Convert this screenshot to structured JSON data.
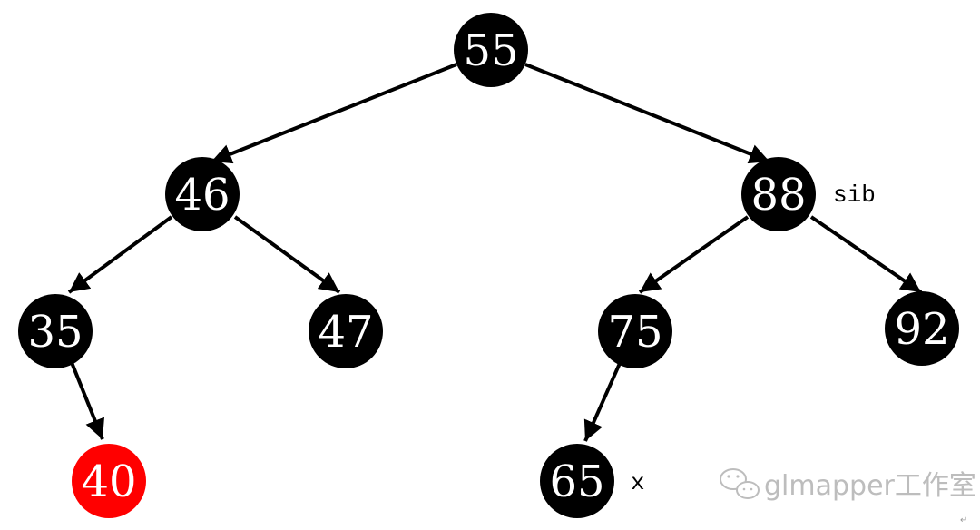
{
  "colors": {
    "black_node": "#000000",
    "red_node": "#ff0000",
    "edge": "#000000",
    "label_text": "#ffffff",
    "watermark": "#bdbdbd"
  },
  "nodes": {
    "n55": {
      "value": "55",
      "color": "black"
    },
    "n46": {
      "value": "46",
      "color": "black"
    },
    "n88": {
      "value": "88",
      "color": "black"
    },
    "n35": {
      "value": "35",
      "color": "black"
    },
    "n47": {
      "value": "47",
      "color": "black"
    },
    "n75": {
      "value": "75",
      "color": "black"
    },
    "n92": {
      "value": "92",
      "color": "black"
    },
    "n40": {
      "value": "40",
      "color": "red"
    },
    "n65": {
      "value": "65",
      "color": "black"
    }
  },
  "edges": [
    {
      "from": "55",
      "to": "46"
    },
    {
      "from": "55",
      "to": "88"
    },
    {
      "from": "46",
      "to": "35"
    },
    {
      "from": "46",
      "to": "47"
    },
    {
      "from": "88",
      "to": "75"
    },
    {
      "from": "88",
      "to": "92"
    },
    {
      "from": "35",
      "to": "40"
    },
    {
      "from": "75",
      "to": "65"
    }
  ],
  "labels": {
    "sib": "sib",
    "x": "x"
  },
  "watermark": {
    "text": "glmapper工作室",
    "icon": "wechat-icon"
  },
  "corner_mark": "↵"
}
